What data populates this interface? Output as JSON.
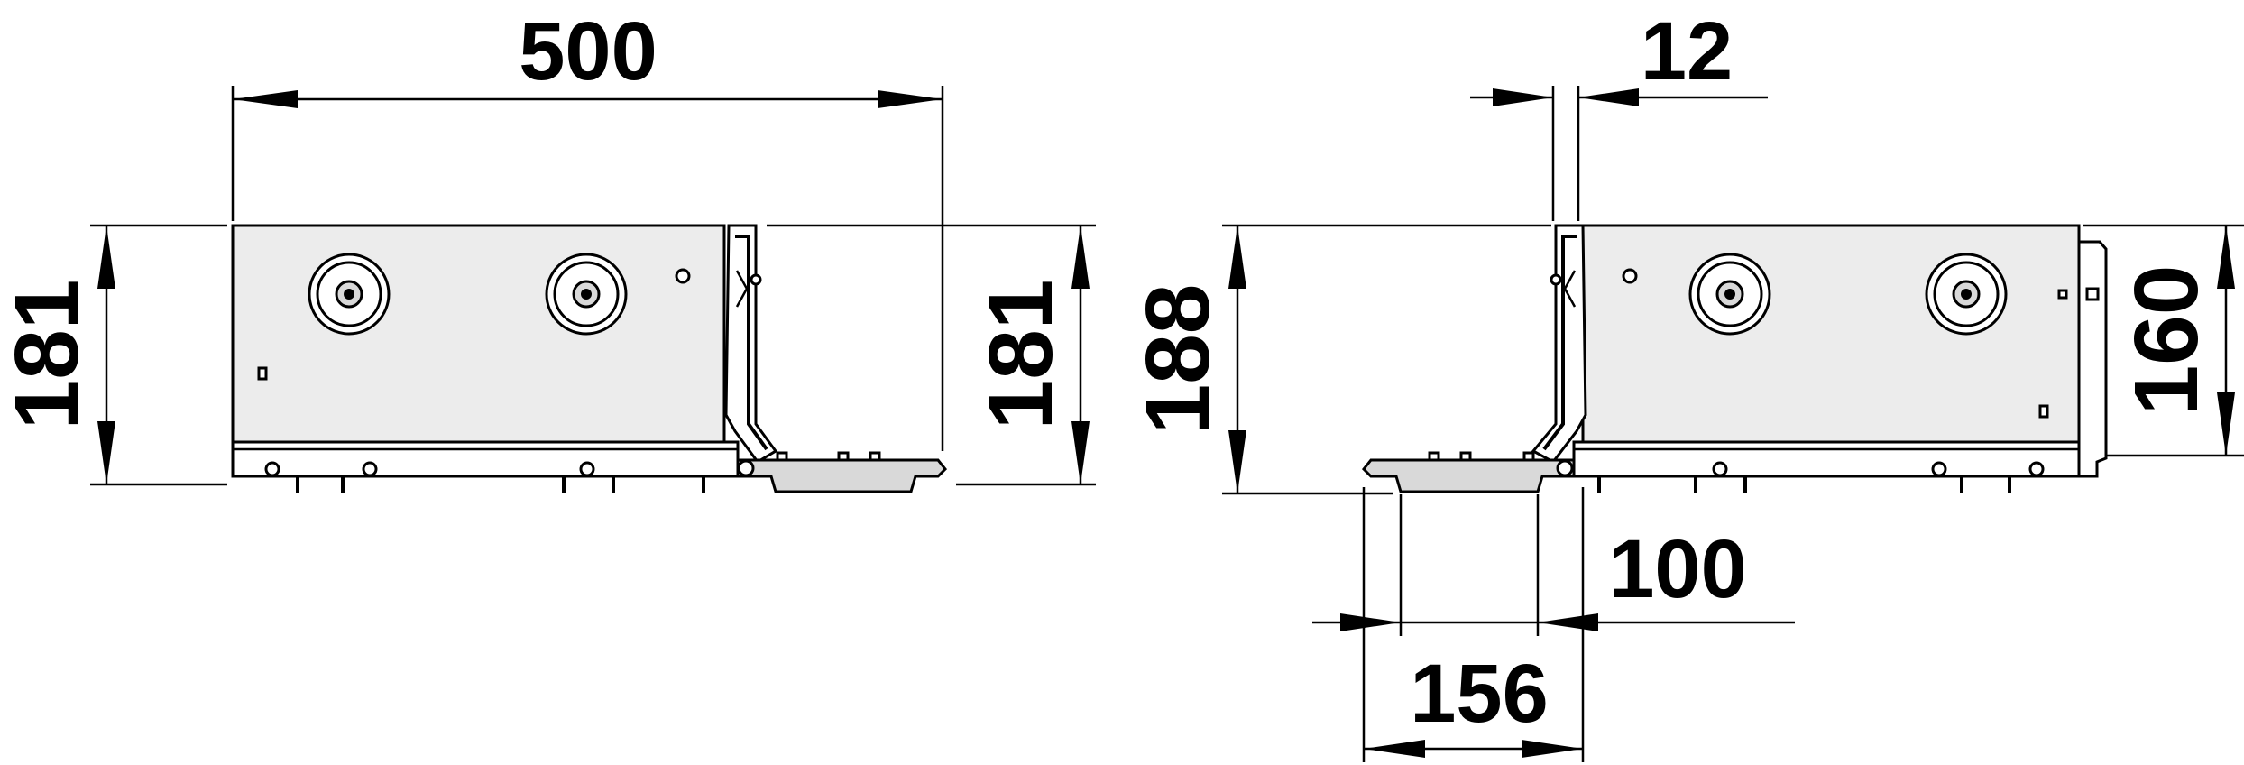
{
  "dimensions": {
    "left_width": "500",
    "left_height_outer": "181",
    "left_height_inner": "181",
    "right_thickness": "12",
    "right_height_total": "188",
    "right_height_panel": "160",
    "right_tray_inner": "100",
    "right_tray_outer": "156"
  },
  "colors": {
    "line": "#000000",
    "panel_fill": "#ececec",
    "tray_fill": "#d9d9d9",
    "background": "#ffffff"
  }
}
